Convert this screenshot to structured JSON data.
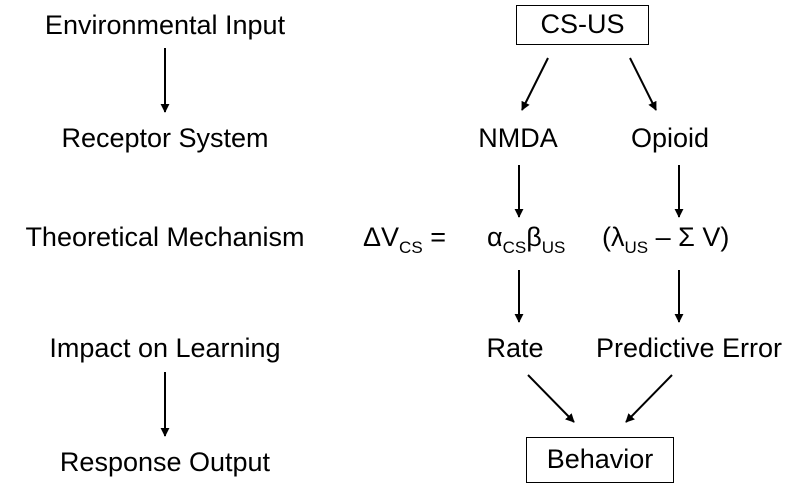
{
  "left_column": {
    "environmental_input": "Environmental Input",
    "receptor_system": "Receptor System",
    "theoretical_mechanism": "Theoretical Mechanism",
    "impact_on_learning": "Impact on Learning",
    "response_output": "Response Output"
  },
  "nodes": {
    "cs_us": "CS-US",
    "nmda": "NMDA",
    "opioid": "Opioid",
    "rate": "Rate",
    "predictive_error": "Predictive Error",
    "behavior": "Behavior"
  },
  "equation": {
    "delta_v": "ΔV",
    "delta_v_sub": "CS",
    "equals": "=",
    "alpha": "α",
    "alpha_sub": "CS",
    "beta": "β",
    "beta_sub": "US",
    "open_paren": "(λ",
    "lambda_sub": "US",
    "minus_sigma": "– Σ V)"
  }
}
